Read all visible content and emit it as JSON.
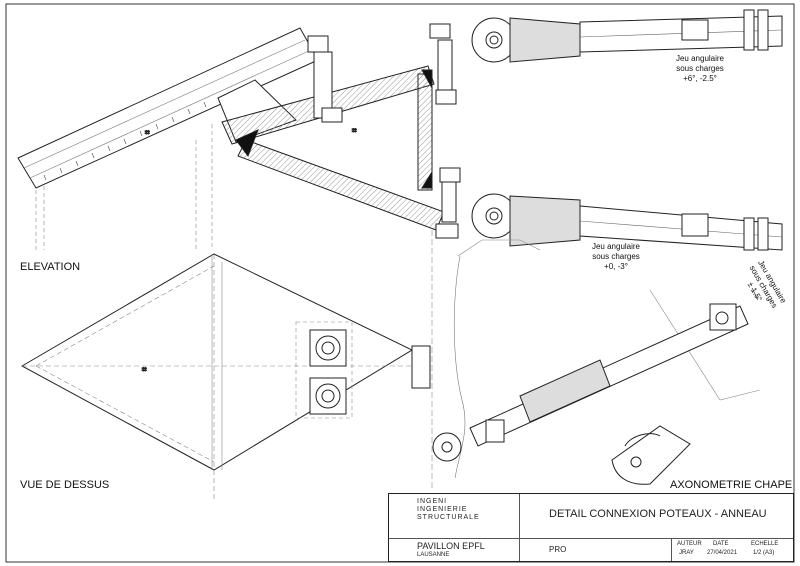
{
  "views": {
    "elevation": "ELEVATION",
    "top": "VUE DE DESSUS",
    "axo": "AXONOMETRIE CHAPE"
  },
  "notes": {
    "top_line1": "Jeu angulaire",
    "top_line2": "sous charges",
    "top_line3": "+6°, -2.5°",
    "mid_line1": "Jeu angulaire",
    "mid_line2": "sous charges",
    "mid_line3": "+0, -3°",
    "rot_line1": "Jeu angulaire",
    "rot_line2": "sous charges",
    "rot_line3": "± 1.5°"
  },
  "titleblock": {
    "company_line1": "INGENI",
    "company_line2": "INGENIERIE",
    "company_line3": "STRUCTURALE",
    "title": "DETAIL CONNEXION POTEAUX - ANNEAU",
    "project": "PAVILLON EPFL",
    "location": "LAUSANNE",
    "phase": "PRO",
    "author_label": "AUTEUR",
    "author": "JRAY",
    "date_label": "DATE",
    "date": "27/04/2021",
    "scale_label": "ECHELLE",
    "scale": "1/2 (A3)"
  }
}
